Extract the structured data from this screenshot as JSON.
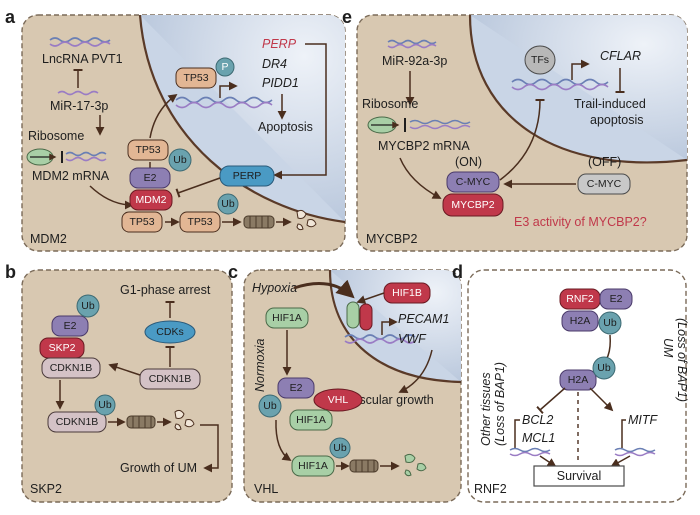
{
  "colors": {
    "panel_fill": "#d8c8b1",
    "nucleus_fill": "#c9d5e6",
    "accent_red": "#c0384a",
    "ub": "#6aa2ae",
    "purple": "#8d7fb3",
    "green": "#a8cfa6"
  },
  "panels": {
    "a": {
      "letter": "a",
      "name": "MDM2",
      "lncrna": "LncRNA PVT1",
      "mir": "MiR-17-3p",
      "ribosome": "Ribosome",
      "mrna": "MDM2 mRNA",
      "perp": "PERP",
      "dr4": "DR4",
      "pidd1": "PIDD1",
      "apoptosis": "Apoptosis",
      "p": "P",
      "tp53": "TP53",
      "ub": "Ub",
      "e2": "E2",
      "mdm2": "MDM2",
      "perp_protein": "PERP"
    },
    "e": {
      "letter": "e",
      "name": "MYCBP2",
      "mir": "MiR-92a-3p",
      "ribosome": "Ribosome",
      "mrna": "MYCBP2 mRNA",
      "tfs": "TFs",
      "cflar": "CFLAR",
      "trail": "Trail-induced apoptosis",
      "on": "(ON)",
      "off": "(OFF)",
      "cmyc": "C-MYC",
      "mycbp2": "MYCBP2",
      "question": "E3 activity of MYCBP2?"
    },
    "b": {
      "letter": "b",
      "name": "SKP2",
      "g1": "G1-phase arrest",
      "cdks": "CDKs",
      "e2": "E2",
      "ub": "Ub",
      "skp2": "SKP2",
      "cdkn1b": "CDKN1B",
      "growth": "Growth of UM"
    },
    "c": {
      "letter": "c",
      "name": "VHL",
      "hypoxia": "Hypoxia",
      "normoxia": "Normoxia",
      "hif1b": "HIF1B",
      "hif1a": "HIF1A",
      "pecam1": "PECAM1",
      "vwf": "VWF",
      "vascular": "Vascular growth",
      "e2": "E2",
      "vhl": "VHL",
      "ub": "Ub"
    },
    "d": {
      "letter": "d",
      "name": "RNF2",
      "rnf2": "RNF2",
      "e2": "E2",
      "h2a": "H2A",
      "ub": "Ub",
      "other_l1": "Other tissues",
      "other_l2": "(Loss of BAP1)",
      "um_l1": "UM",
      "um_l2": "(Loss of BAP1)",
      "bcl2": "BCL2",
      "mcl1": "MCL1",
      "mitf": "MITF",
      "survival": "Survival"
    }
  }
}
